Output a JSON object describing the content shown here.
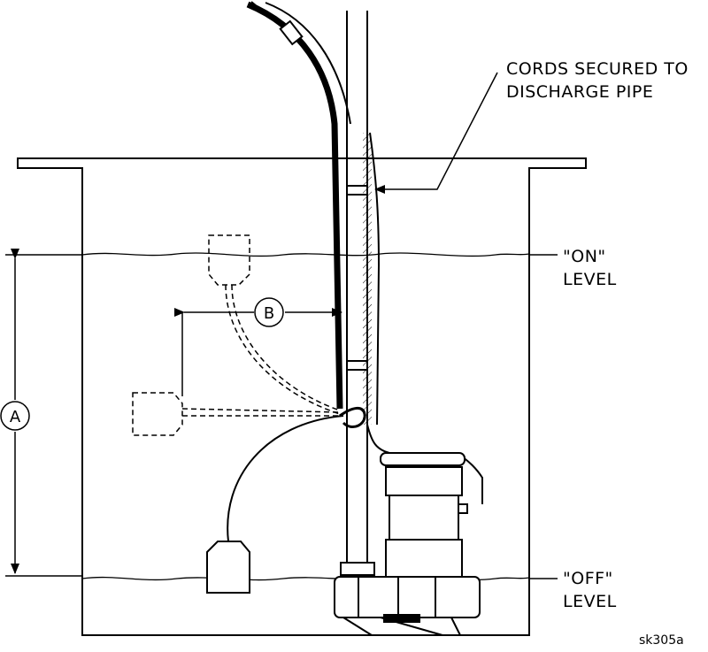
{
  "callout": {
    "line1": "CORDS SECURED TO",
    "line2": "DISCHARGE PIPE"
  },
  "on_level": {
    "line1": "\"ON\"",
    "line2": "LEVEL"
  },
  "off_level": {
    "line1": "\"OFF\"",
    "line2": "LEVEL"
  },
  "dimension_a": "A",
  "dimension_b": "B",
  "drawing_ref": "sk305a"
}
